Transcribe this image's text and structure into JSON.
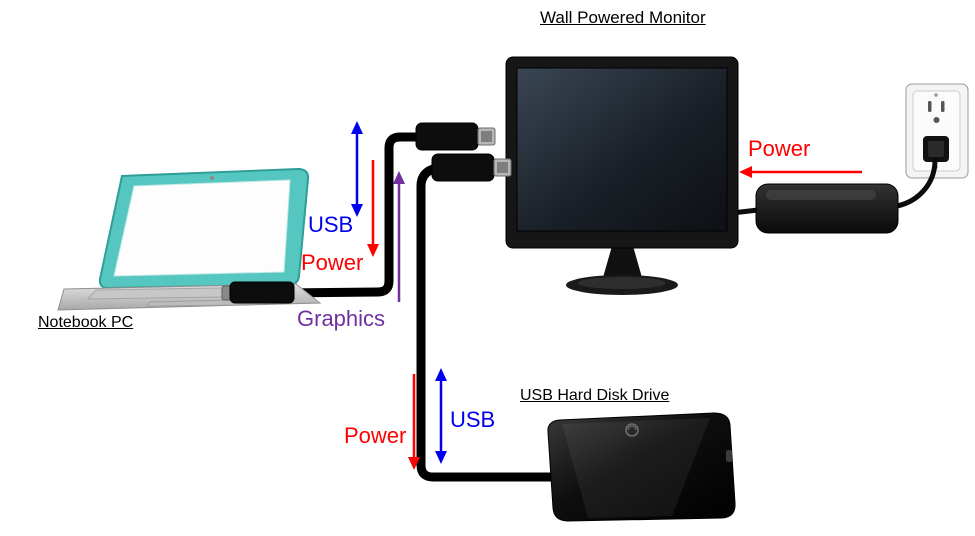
{
  "diagram": {
    "devices": {
      "monitor": {
        "label": "Wall Powered Monitor"
      },
      "notebook": {
        "label": "Notebook PC"
      },
      "hdd": {
        "label": "USB Hard Disk Drive"
      }
    },
    "flows": {
      "usb_top": {
        "label": "USB",
        "color": "#0000EE",
        "direction": "bidirectional"
      },
      "power_top": {
        "label": "Power",
        "color": "#FF0000",
        "direction": "down"
      },
      "graphics": {
        "label": "Graphics",
        "color": "#7030A0",
        "direction": "up"
      },
      "power_wall": {
        "label": "Power",
        "color": "#FF0000",
        "direction": "left"
      },
      "power_bottom": {
        "label": "Power",
        "color": "#FF0000",
        "direction": "down"
      },
      "usb_bottom": {
        "label": "USB",
        "color": "#0000EE",
        "direction": "bidirectional"
      }
    },
    "colors": {
      "usb": "#0000EE",
      "power": "#FF0000",
      "graphics": "#7030A0",
      "cable": "#000000"
    }
  }
}
